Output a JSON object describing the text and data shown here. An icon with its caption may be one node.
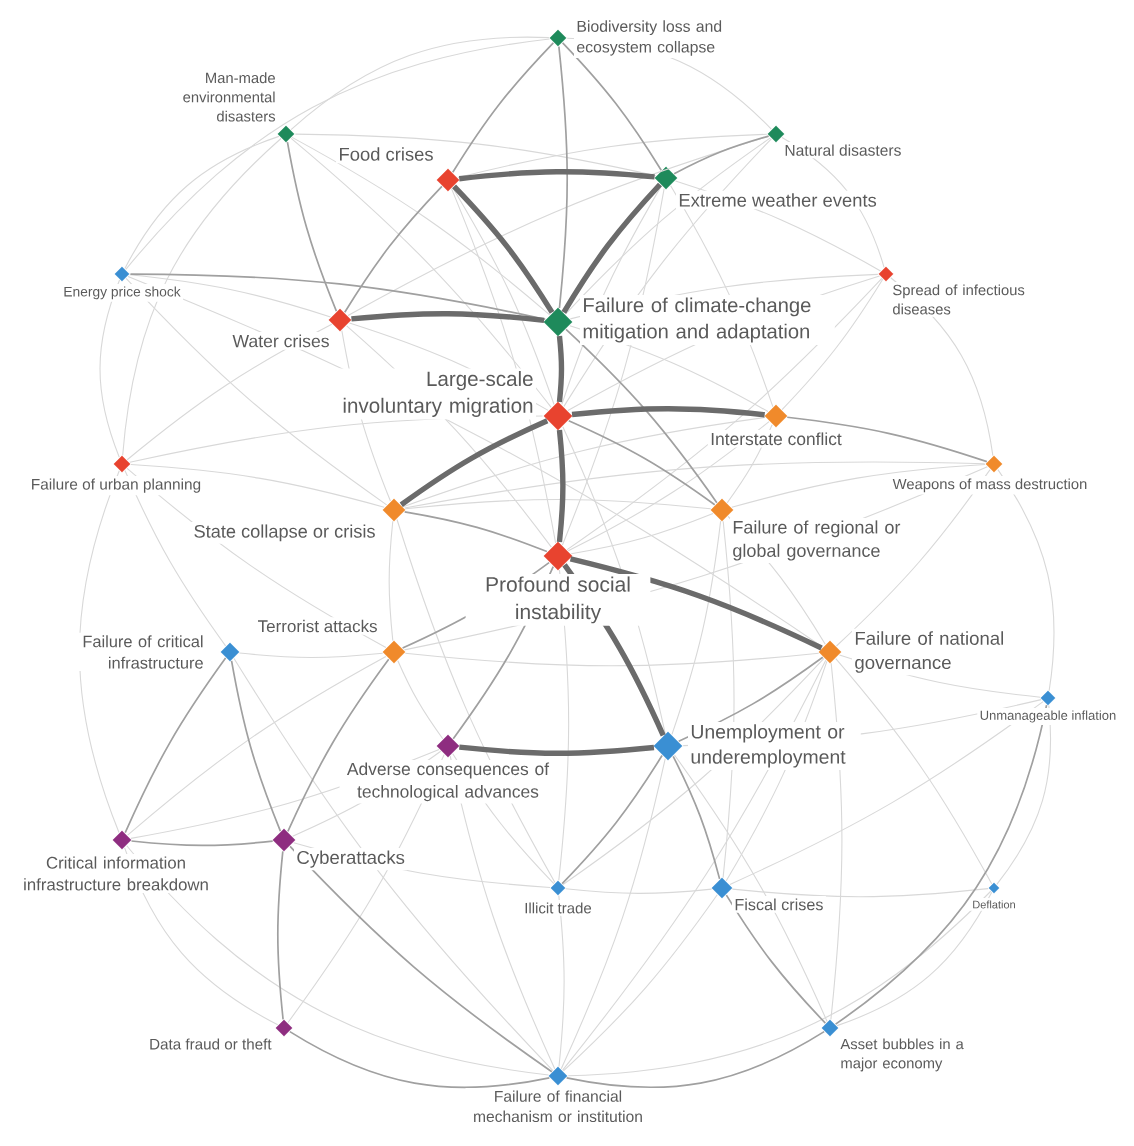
{
  "diagram": {
    "nodes": [
      {
        "text": [
          "Biodiversity loss and ecosystem collapse"
        ]
      },
      {
        "text": [
          "Man-made environmental disasters"
        ]
      },
      {
        "text": [
          "Natural disasters"
        ]
      },
      {
        "text": [
          "Food crises"
        ]
      },
      {
        "text": [
          "Extreme weather events"
        ]
      },
      {
        "text": [
          "Energy price shock"
        ]
      },
      {
        "text": [
          "Spread of infectious diseases"
        ]
      },
      {
        "text": [
          "Water crises"
        ]
      },
      {
        "text": [
          "Failure of climate-change mitigation and adaptation"
        ]
      },
      {
        "text": [
          "Large-scale involuntary migration"
        ]
      },
      {
        "text": [
          "Interstate conflict"
        ]
      },
      {
        "text": [
          "Failure of urban planning"
        ]
      },
      {
        "text": [
          "Weapons of mass destruction"
        ]
      },
      {
        "text": [
          "State collapse or crisis"
        ]
      },
      {
        "text": [
          "Failure of regional or global governance"
        ]
      },
      {
        "text": [
          "Profound social instability"
        ]
      },
      {
        "text": [
          "Failure of critical infrastructure"
        ]
      },
      {
        "text": [
          "Terrorist attacks"
        ]
      },
      {
        "text": [
          "Failure of national governance"
        ]
      },
      {
        "text": [
          "Unmanageable inflation"
        ]
      },
      {
        "text": [
          "Adverse consequences of technological advances"
        ]
      },
      {
        "text": [
          "Unemployment or underemployment"
        ]
      },
      {
        "text": [
          "Critical information infrastructure breakdown"
        ]
      },
      {
        "text": [
          "Cyberattacks"
        ]
      },
      {
        "text": [
          "Illicit trade"
        ]
      },
      {
        "text": [
          "Fiscal crises"
        ]
      },
      {
        "text": [
          "Deflation"
        ]
      },
      {
        "text": [
          "Data fraud or theft"
        ]
      },
      {
        "text": [
          "Failure of financial mechanism or institution"
        ]
      },
      {
        "text": [
          "Asset bubbles in a major economy"
        ]
      }
    ],
    "edges": [
      {
        "from": 3,
        "to": 4,
        "arrow": "none",
        "style": "thick",
        "color": "#6b6b6b"
      },
      {
        "from": 3,
        "to": 8,
        "arrow": "none",
        "style": "thick",
        "color": "#6b6b6b"
      },
      {
        "from": 7,
        "to": 8,
        "arrow": "none",
        "style": "thick",
        "color": "#6b6b6b"
      },
      {
        "from": 4,
        "to": 8,
        "arrow": "none",
        "style": "thick",
        "color": "#6b6b6b"
      },
      {
        "from": 8,
        "to": 9,
        "arrow": "none",
        "style": "thick",
        "color": "#6b6b6b"
      },
      {
        "from": 9,
        "to": 10,
        "arrow": "none",
        "style": "thick",
        "color": "#6b6b6b"
      },
      {
        "from": 9,
        "to": 13,
        "arrow": "none",
        "style": "thick",
        "color": "#6b6b6b"
      },
      {
        "from": 9,
        "to": 15,
        "arrow": "none",
        "style": "thick",
        "color": "#6b6b6b"
      },
      {
        "from": 15,
        "to": 18,
        "arrow": "none",
        "style": "thick",
        "color": "#6b6b6b"
      },
      {
        "from": 15,
        "to": 21,
        "arrow": "none",
        "style": "thick",
        "color": "#6b6b6b"
      },
      {
        "from": 20,
        "to": 21,
        "arrow": "none",
        "style": "thick",
        "color": "#6b6b6b"
      },
      {
        "from": 0,
        "to": 3,
        "arrow": "none",
        "color": "#a0a0a0"
      },
      {
        "from": 0,
        "to": 4,
        "arrow": "none",
        "color": "#a0a0a0"
      },
      {
        "from": 0,
        "to": 8,
        "arrow": "none",
        "color": "#a0a0a0"
      },
      {
        "from": 1,
        "to": 7,
        "arrow": "none",
        "color": "#a0a0a0"
      },
      {
        "from": 3,
        "to": 7,
        "arrow": "none",
        "color": "#a0a0a0"
      },
      {
        "from": 5,
        "to": 8,
        "arrow": "none",
        "color": "#a0a0a0"
      },
      {
        "from": 8,
        "to": 14,
        "arrow": "none",
        "color": "#a0a0a0"
      },
      {
        "from": 9,
        "to": 14,
        "arrow": "none",
        "color": "#a0a0a0"
      },
      {
        "from": 13,
        "to": 15,
        "arrow": "none",
        "color": "#a0a0a0"
      },
      {
        "from": 10,
        "to": 12,
        "arrow": "none",
        "color": "#a0a0a0"
      },
      {
        "from": 15,
        "to": 20,
        "arrow": "none",
        "color": "#a0a0a0"
      },
      {
        "from": 16,
        "to": 22,
        "arrow": "none",
        "color": "#a0a0a0"
      },
      {
        "from": 16,
        "to": 23,
        "arrow": "none",
        "color": "#a0a0a0"
      },
      {
        "from": 22,
        "to": 23,
        "arrow": "none",
        "color": "#a0a0a0"
      },
      {
        "from": 23,
        "to": 27,
        "arrow": "none",
        "color": "#a0a0a0"
      },
      {
        "from": 17,
        "to": 23,
        "arrow": "none",
        "color": "#a0a0a0"
      },
      {
        "from": 23,
        "to": 28,
        "arrow": "none",
        "color": "#a0a0a0"
      },
      {
        "from": 27,
        "to": 28,
        "arrow": "none",
        "color": "#a0a0a0"
      },
      {
        "from": 28,
        "to": 29,
        "arrow": "none",
        "color": "#a0a0a0"
      },
      {
        "from": 25,
        "to": 29,
        "arrow": "none",
        "color": "#a0a0a0"
      },
      {
        "from": 18,
        "to": 21,
        "arrow": "none",
        "color": "#a0a0a0"
      },
      {
        "from": 21,
        "to": 24,
        "arrow": "none",
        "color": "#a0a0a0"
      },
      {
        "from": 21,
        "to": 25,
        "arrow": "none",
        "color": "#a0a0a0"
      },
      {
        "from": 2,
        "to": 4,
        "arrow": "none",
        "color": "#a0a0a0"
      },
      {
        "from": 15,
        "to": 17,
        "arrow": "none",
        "color": "#a0a0a0"
      },
      {
        "from": 19,
        "to": 29,
        "arrow": "none",
        "color": "#a0a0a0"
      },
      {
        "from": 0,
        "to": 1,
        "arrow": "none"
      },
      {
        "from": 0,
        "to": 2,
        "arrow": "none"
      },
      {
        "from": 0,
        "to": 5,
        "arrow": "none"
      },
      {
        "from": 1,
        "to": 5,
        "arrow": "none"
      },
      {
        "from": 1,
        "to": 8,
        "arrow": "none"
      },
      {
        "from": 1,
        "to": 4,
        "arrow": "none"
      },
      {
        "from": 1,
        "to": 9,
        "arrow": "none"
      },
      {
        "from": 1,
        "to": 11,
        "arrow": "none"
      },
      {
        "from": 2,
        "to": 6,
        "arrow": "none"
      },
      {
        "from": 2,
        "to": 8,
        "arrow": "none"
      },
      {
        "from": 2,
        "to": 9,
        "arrow": "none"
      },
      {
        "from": 2,
        "to": 3,
        "arrow": "none"
      },
      {
        "from": 2,
        "to": 7,
        "arrow": "none"
      },
      {
        "from": 4,
        "to": 6,
        "arrow": "none"
      },
      {
        "from": 4,
        "to": 9,
        "arrow": "none"
      },
      {
        "from": 4,
        "to": 15,
        "arrow": "none"
      },
      {
        "from": 4,
        "to": 10,
        "arrow": "none"
      },
      {
        "from": 6,
        "to": 8,
        "arrow": "none"
      },
      {
        "from": 6,
        "to": 10,
        "arrow": "none"
      },
      {
        "from": 6,
        "to": 12,
        "arrow": "none"
      },
      {
        "from": 6,
        "to": 9,
        "arrow": "none"
      },
      {
        "from": 6,
        "to": 15,
        "arrow": "none"
      },
      {
        "from": 5,
        "to": 7,
        "arrow": "none"
      },
      {
        "from": 5,
        "to": 11,
        "arrow": "none"
      },
      {
        "from": 5,
        "to": 13,
        "arrow": "none"
      },
      {
        "from": 5,
        "to": 18,
        "arrow": "none"
      },
      {
        "from": 7,
        "to": 9,
        "arrow": "none"
      },
      {
        "from": 7,
        "to": 15,
        "arrow": "none"
      },
      {
        "from": 7,
        "to": 13,
        "arrow": "none"
      },
      {
        "from": 3,
        "to": 9,
        "arrow": "none"
      },
      {
        "from": 3,
        "to": 15,
        "arrow": "none"
      },
      {
        "from": 8,
        "to": 10,
        "arrow": "none"
      },
      {
        "from": 9,
        "to": 21,
        "arrow": "none"
      },
      {
        "from": 10,
        "to": 14,
        "arrow": "none"
      },
      {
        "from": 10,
        "to": 15,
        "arrow": "none"
      },
      {
        "from": 10,
        "to": 13,
        "arrow": "none"
      },
      {
        "from": 11,
        "to": 7,
        "arrow": "none"
      },
      {
        "from": 11,
        "to": 9,
        "arrow": "none"
      },
      {
        "from": 11,
        "to": 17,
        "arrow": "none"
      },
      {
        "from": 11,
        "to": 13,
        "arrow": "none"
      },
      {
        "from": 11,
        "to": 22,
        "arrow": "none"
      },
      {
        "from": 11,
        "to": 16,
        "arrow": "none"
      },
      {
        "from": 12,
        "to": 14,
        "arrow": "none"
      },
      {
        "from": 12,
        "to": 18,
        "arrow": "none"
      },
      {
        "from": 12,
        "to": 13,
        "arrow": "none"
      },
      {
        "from": 12,
        "to": 17,
        "arrow": "none"
      },
      {
        "from": 12,
        "to": 19,
        "arrow": "none"
      },
      {
        "from": 13,
        "to": 14,
        "arrow": "none"
      },
      {
        "from": 13,
        "to": 17,
        "arrow": "none"
      },
      {
        "from": 13,
        "to": 24,
        "arrow": "none"
      },
      {
        "from": 14,
        "to": 15,
        "arrow": "none"
      },
      {
        "from": 14,
        "to": 18,
        "arrow": "none"
      },
      {
        "from": 14,
        "to": 21,
        "arrow": "none"
      },
      {
        "from": 14,
        "to": 25,
        "arrow": "none"
      },
      {
        "from": 15,
        "to": 24,
        "arrow": "none"
      },
      {
        "from": 16,
        "to": 17,
        "arrow": "none"
      },
      {
        "from": 16,
        "to": 28,
        "arrow": "none"
      },
      {
        "from": 17,
        "to": 18,
        "arrow": "none"
      },
      {
        "from": 17,
        "to": 20,
        "arrow": "none"
      },
      {
        "from": 17,
        "to": 22,
        "arrow": "none"
      },
      {
        "from": 18,
        "to": 19,
        "arrow": "none"
      },
      {
        "from": 18,
        "to": 24,
        "arrow": "none"
      },
      {
        "from": 18,
        "to": 25,
        "arrow": "none"
      },
      {
        "from": 18,
        "to": 26,
        "arrow": "none"
      },
      {
        "from": 18,
        "to": 28,
        "arrow": "none"
      },
      {
        "from": 18,
        "to": 29,
        "arrow": "none"
      },
      {
        "from": 19,
        "to": 21,
        "arrow": "none"
      },
      {
        "from": 19,
        "to": 25,
        "arrow": "none"
      },
      {
        "from": 19,
        "to": 26,
        "arrow": "none"
      },
      {
        "from": 20,
        "to": 22,
        "arrow": "none"
      },
      {
        "from": 20,
        "to": 23,
        "arrow": "none"
      },
      {
        "from": 20,
        "to": 24,
        "arrow": "none"
      },
      {
        "from": 20,
        "to": 27,
        "arrow": "none"
      },
      {
        "from": 20,
        "to": 28,
        "arrow": "none"
      },
      {
        "from": 21,
        "to": 28,
        "arrow": "none"
      },
      {
        "from": 21,
        "to": 29,
        "arrow": "none"
      },
      {
        "from": 22,
        "to": 27,
        "arrow": "none"
      },
      {
        "from": 22,
        "to": 28,
        "arrow": "none"
      },
      {
        "from": 23,
        "to": 24,
        "arrow": "none"
      },
      {
        "from": 24,
        "to": 25,
        "arrow": "none"
      },
      {
        "from": 24,
        "to": 28,
        "arrow": "none"
      },
      {
        "from": 25,
        "to": 26,
        "arrow": "none"
      },
      {
        "from": 25,
        "to": 28,
        "arrow": "none"
      },
      {
        "from": 26,
        "to": 28,
        "arrow": "none"
      },
      {
        "from": 26,
        "to": 29,
        "arrow": "none"
      }
    ]
  }
}
